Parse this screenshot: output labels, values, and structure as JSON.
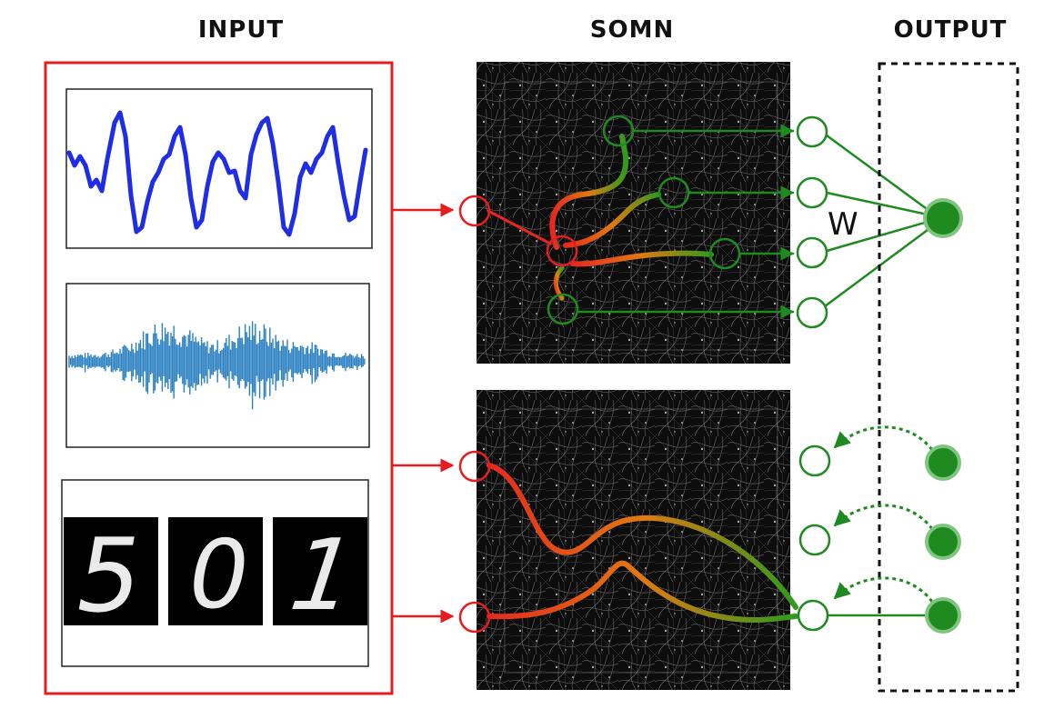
{
  "headings": {
    "input": "INPUT",
    "somn": "SOMN",
    "output": "OUTPUT"
  },
  "weight_label": "W",
  "mnist_digits": [
    "5",
    "0",
    "1"
  ],
  "colors": {
    "input_accent": "#e41e1e",
    "output_accent": "#1f8a1f",
    "waveform_smooth": "#1f2ee6",
    "waveform_audio": "#2a7fc1",
    "network_bg": "#0b0b0b"
  }
}
